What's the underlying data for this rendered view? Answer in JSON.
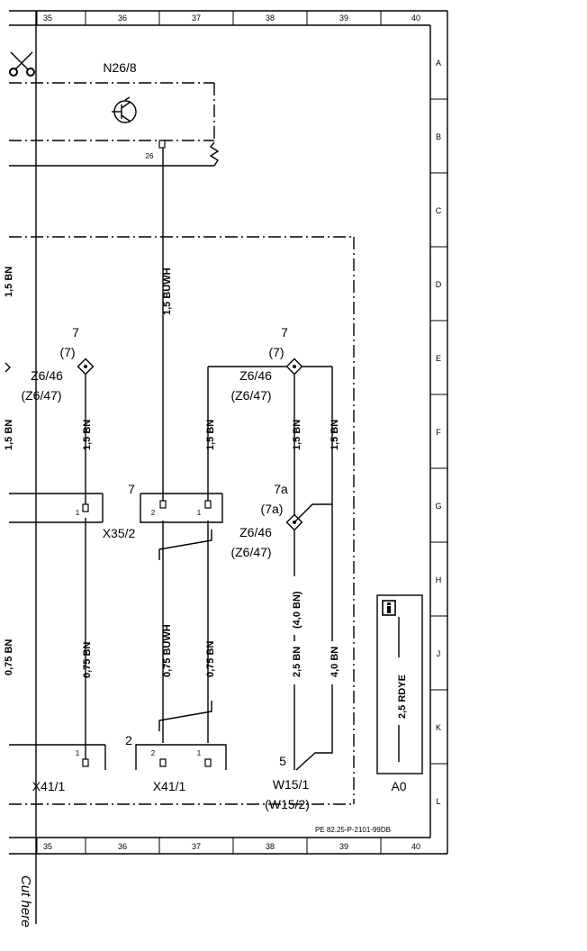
{
  "grid": {
    "columns": [
      "35",
      "36",
      "37",
      "38",
      "39",
      "40"
    ],
    "rows": [
      "A",
      "B",
      "C",
      "D",
      "E",
      "F",
      "G",
      "H",
      "J",
      "K",
      "L"
    ]
  },
  "components": {
    "n26_8": "N26/8",
    "z6_46_left": "Z6/46",
    "z6_47_left": "(Z6/47)",
    "z6_46_right": "Z6/46",
    "z6_47_right": "(Z6/47)",
    "z6_46_lower": "Z6/46",
    "z6_47_lower": "(Z6/47)",
    "x35_2": "X35/2",
    "x41_1_left": "X41/1",
    "x41_1_mid": "X41/1",
    "w15_1": "W15/1",
    "w15_2": "(W15/2)",
    "a0": "A0"
  },
  "refs": {
    "ref7_left": "7",
    "ref7_left_alt": "(7)",
    "ref7_right": "7",
    "ref7_right_alt": "(7)",
    "ref7a": "7a",
    "ref7a_alt": "(7a)",
    "ref7_conn": "7",
    "ref2_conn": "2",
    "ref5": "5"
  },
  "pins": {
    "pin26": "26",
    "x35_pin1_left": "1",
    "x35_pin2": "2",
    "x35_pin1": "1",
    "x41_left_pin1": "1",
    "x41_mid_pin2": "2",
    "x41_mid_pin1": "1"
  },
  "wires": {
    "w_buwh_top": "1,5 BUWH",
    "w_bn_1": "1,5 BN",
    "w_bn_2": "1,5 BN",
    "w_bn_3": "1,5 BN",
    "w_bn_4": "1,5 BN",
    "w_4bn_paren": "(4,0 BN)",
    "w_075bn_1": "0,75 BN",
    "w_075buwh": "0,75 BUWH",
    "w_075bn_2": "0,75 BN",
    "w_25bn": "2,5 BN",
    "w_40bn": "4,0 BN",
    "w_25rdye": "2,5 RDYE",
    "w_edge_1": "1,5 BN",
    "w_edge_2": "1,5 BN",
    "w_edge_3": "0,75 BN"
  },
  "doc": {
    "code": "PE 82.25-P-2101-99DB",
    "cut_here": "Cut here"
  },
  "icons": {
    "scissors": "scissors-icon",
    "info": "info-icon"
  }
}
